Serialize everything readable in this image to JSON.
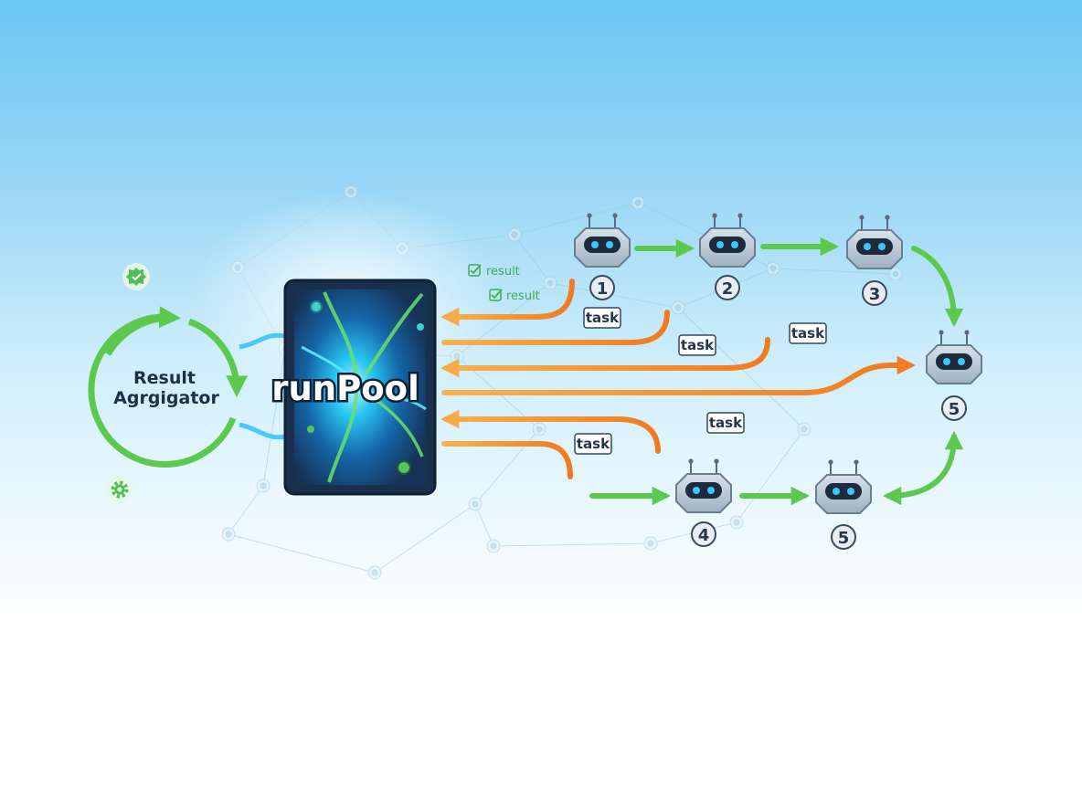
{
  "aggregator": {
    "line1": "Result",
    "line2": "Agrgigator"
  },
  "pool": {
    "label": "runPool"
  },
  "task_labels": [
    "task",
    "task",
    "task",
    "task",
    "task"
  ],
  "result_labels": [
    "result",
    "result"
  ],
  "workers": [
    {
      "number": "1"
    },
    {
      "number": "2"
    },
    {
      "number": "3"
    },
    {
      "number": "5"
    },
    {
      "number": "4"
    },
    {
      "number": "5"
    }
  ],
  "colors": {
    "orange": "#f07d22",
    "green": "#5cc94e",
    "pool_bg": "#1f3a5c",
    "robot": "#b5c3d1"
  },
  "icons": [
    "check-badge-icon",
    "gear-icon",
    "checkbox-icon",
    "robot-icon"
  ]
}
